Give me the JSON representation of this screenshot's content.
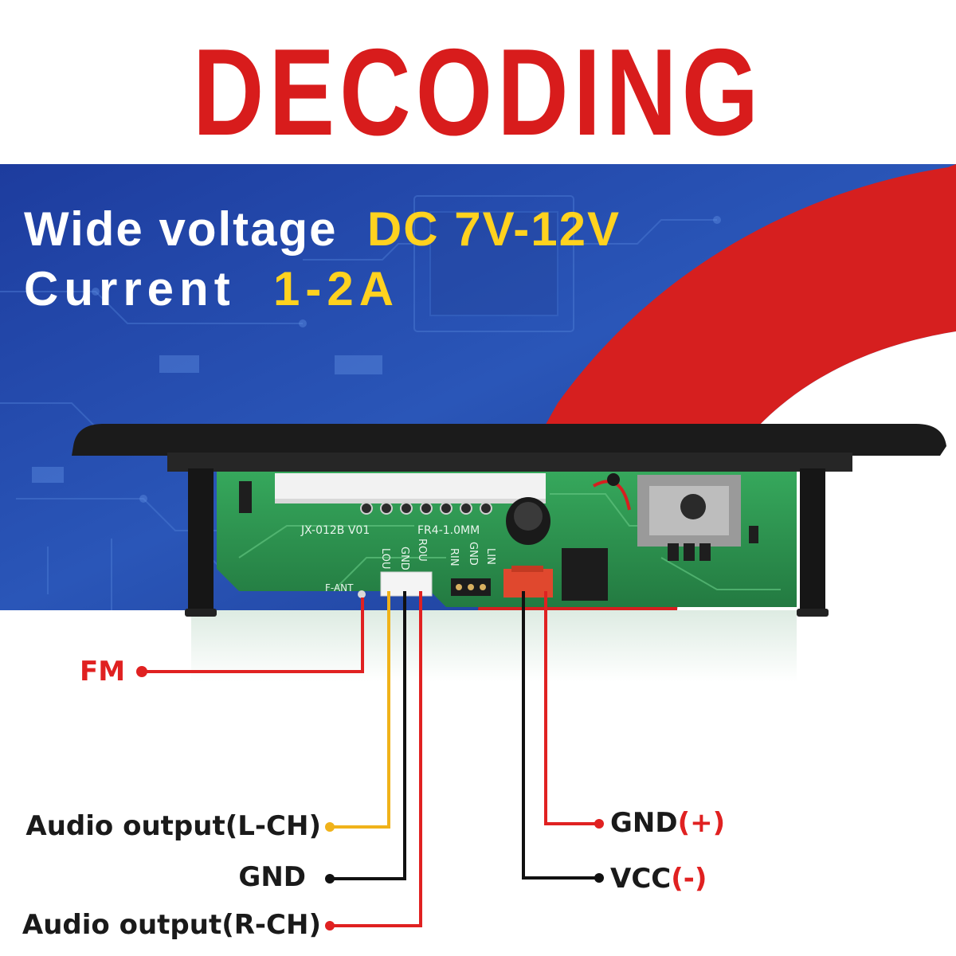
{
  "title": "DECODING BOARD",
  "specs": {
    "voltage_label": "Wide voltage",
    "voltage_value": "DC 7V-12V",
    "current_label": "Current",
    "current_value": "1-2A"
  },
  "board_markings": {
    "model": "JX-012B V01",
    "material": "FR4-1.0MM",
    "pins_left": [
      "F-ANT",
      "LOU",
      "GND",
      "ROU"
    ],
    "pins_right": [
      "RIN",
      "GND",
      "LIN"
    ]
  },
  "labels": {
    "fm": "FM",
    "audio_l": "Audio output(L-CH)",
    "gnd": "GND",
    "audio_r": "Audio output(R-CH)",
    "gnd_plus_name": "GND",
    "gnd_plus_sign": "(+)",
    "vcc_name": "VCC",
    "vcc_sign": "(-)"
  },
  "colors": {
    "title_red": "#d81c1c",
    "banner_blue": "#1f3fa0",
    "swoosh_red": "#d61f1f",
    "highlight_yellow": "#ffd21f",
    "wire_red": "#e02121",
    "wire_yellow": "#f0b21a",
    "wire_black": "#111111",
    "pcb_green": "#2e9a52"
  }
}
